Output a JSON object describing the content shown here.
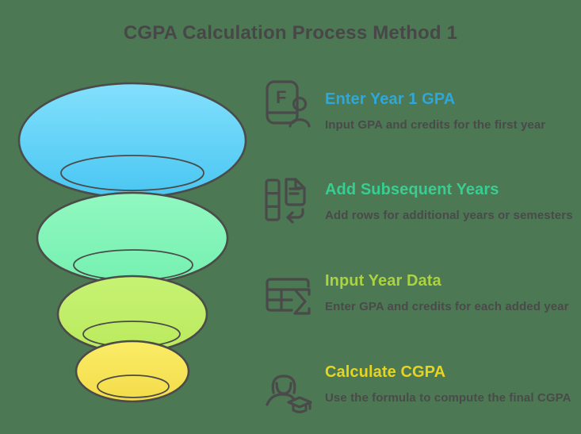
{
  "title": "CGPA Calculation Process Method 1",
  "colors": {
    "background": "#4C7854",
    "title_text": "#474747",
    "description_text": "#4A4A4A",
    "icon_stroke": "#4A4A4A",
    "funnel_outline": "#4B4B49"
  },
  "funnel": {
    "layers": [
      {
        "name": "stage-1-blue",
        "color_top": "#83E0FC",
        "color_bottom": "#49C6F2"
      },
      {
        "name": "stage-2-green",
        "color_top": "#91F8C0",
        "color_bottom": "#76F0B1"
      },
      {
        "name": "stage-3-lime",
        "color_top": "#C7F274",
        "color_bottom": "#BAEA5D"
      },
      {
        "name": "stage-4-yellow",
        "color_top": "#FAEC67",
        "color_bottom": "#F4DC4A"
      }
    ]
  },
  "steps": [
    {
      "heading": "Enter Year 1 GPA",
      "description": "Input GPA and credits for the first year",
      "accent": "#2EA7DB",
      "icon": "report-card-f-user-icon",
      "icon_text": "F"
    },
    {
      "heading": "Add Subsequent Years",
      "description": "Add rows for additional years or semesters",
      "accent": "#38CD91",
      "icon": "rows-document-return-arrow-icon"
    },
    {
      "heading": "Input Year Data",
      "description": "Enter GPA and credits for each added year",
      "accent": "#AAD243",
      "icon": "table-sigma-icon"
    },
    {
      "heading": "Calculate CGPA",
      "description": "Use the formula to compute the final CGPA",
      "accent": "#E6D41E",
      "icon": "person-graduation-cap-icon"
    }
  ]
}
